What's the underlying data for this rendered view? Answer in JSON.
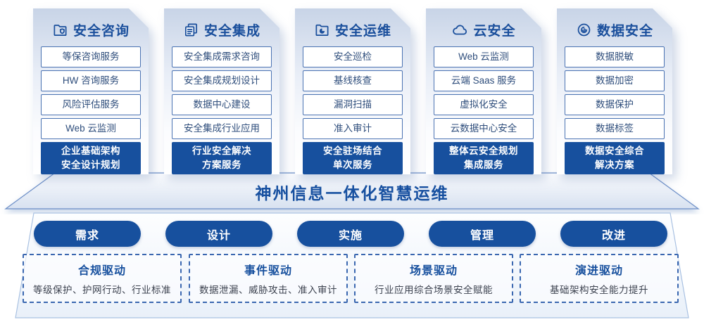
{
  "colors": {
    "accent": "#17509E",
    "item_border": "#4a72b2",
    "item_text": "#2f4e7c",
    "dashed_border": "#3a67b0",
    "panel_border": "#9fb9dd"
  },
  "columns": [
    {
      "title": "安全咨询",
      "icon": "folder-shield-icon",
      "items": [
        "等保咨询服务",
        "HW 咨询服务",
        "风险评估服务",
        "Web 云监测"
      ],
      "highlight": {
        "line1": "企业基础架构",
        "line2": "安全设计规划"
      }
    },
    {
      "title": "安全集成",
      "icon": "documents-icon",
      "items": [
        "安全集成需求咨询",
        "安全集成规划设计",
        "数据中心建设",
        "安全集成行业应用"
      ],
      "highlight": {
        "line1": "行业安全解决",
        "line2": "方案服务"
      }
    },
    {
      "title": "安全运维",
      "icon": "folder-chart-icon",
      "items": [
        "安全巡检",
        "基线核查",
        "漏洞扫描",
        "准入审计"
      ],
      "highlight": {
        "line1": "安全驻场结合",
        "line2": "单次服务"
      }
    },
    {
      "title": "云安全",
      "icon": "cloud-icon",
      "items": [
        "Web 云监测",
        "云端 Saas 服务",
        "虚拟化安全",
        "云数据中心安全"
      ],
      "highlight": {
        "line1": "整体云安全规划",
        "line2": "集成服务"
      }
    },
    {
      "title": "数据安全",
      "icon": "fingerprint-icon",
      "items": [
        "数据脱敏",
        "数据加密",
        "数据保护",
        "数据标签"
      ],
      "highlight": {
        "line1": "数据安全综合",
        "line2": "解决方案"
      }
    }
  ],
  "banner": {
    "title": "神州信息一体化智慧运维"
  },
  "pills": [
    "需求",
    "设计",
    "实施",
    "管理",
    "改进"
  ],
  "drivers": [
    {
      "title": "合规驱动",
      "desc": "等级保护、护网行动、行业标准"
    },
    {
      "title": "事件驱动",
      "desc": "数据泄漏、威胁攻击、准入审计"
    },
    {
      "title": "场景驱动",
      "desc": "行业应用综合场景安全赋能"
    },
    {
      "title": "演进驱动",
      "desc": "基础架构安全能力提升"
    }
  ]
}
